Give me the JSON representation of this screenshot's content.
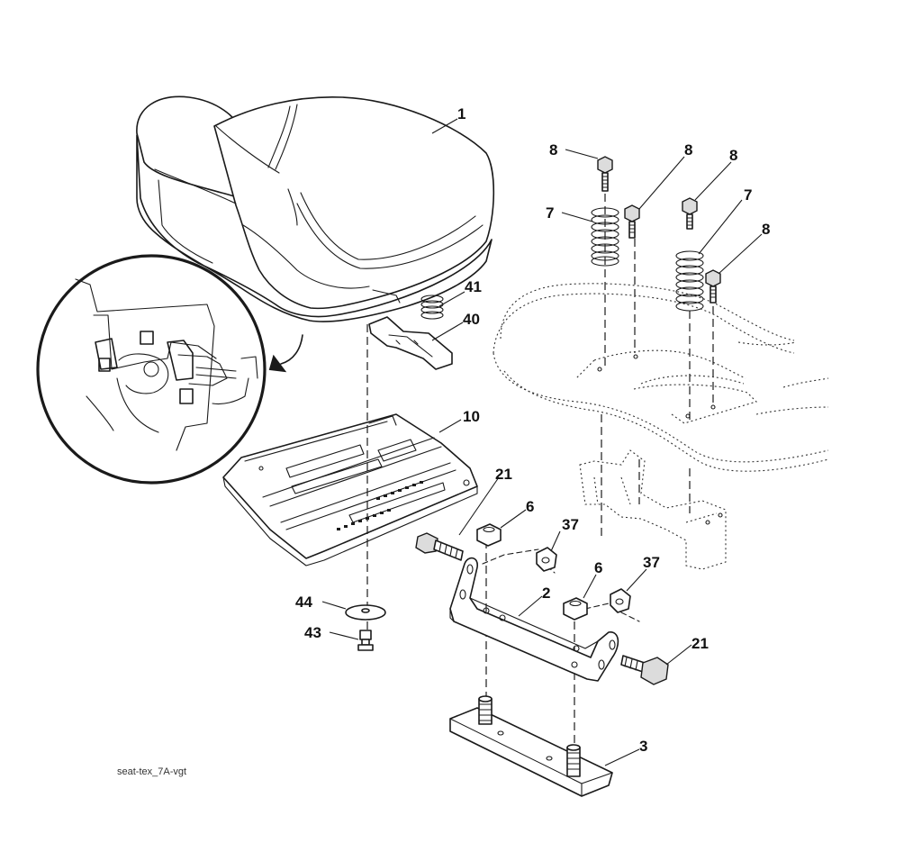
{
  "callouts": {
    "c1": "1",
    "c41": "41",
    "c40": "40",
    "c10": "10",
    "c21a": "21",
    "c6a": "6",
    "c37a": "37",
    "c6b": "6",
    "c37b": "37",
    "c2": "2",
    "c21b": "21",
    "c44": "44",
    "c43": "43",
    "c3": "3",
    "c8a": "8",
    "c8b": "8",
    "c8c": "8",
    "c8d": "8",
    "c7a": "7",
    "c7b": "7"
  },
  "caption": "seat-tex_7A-vgt"
}
